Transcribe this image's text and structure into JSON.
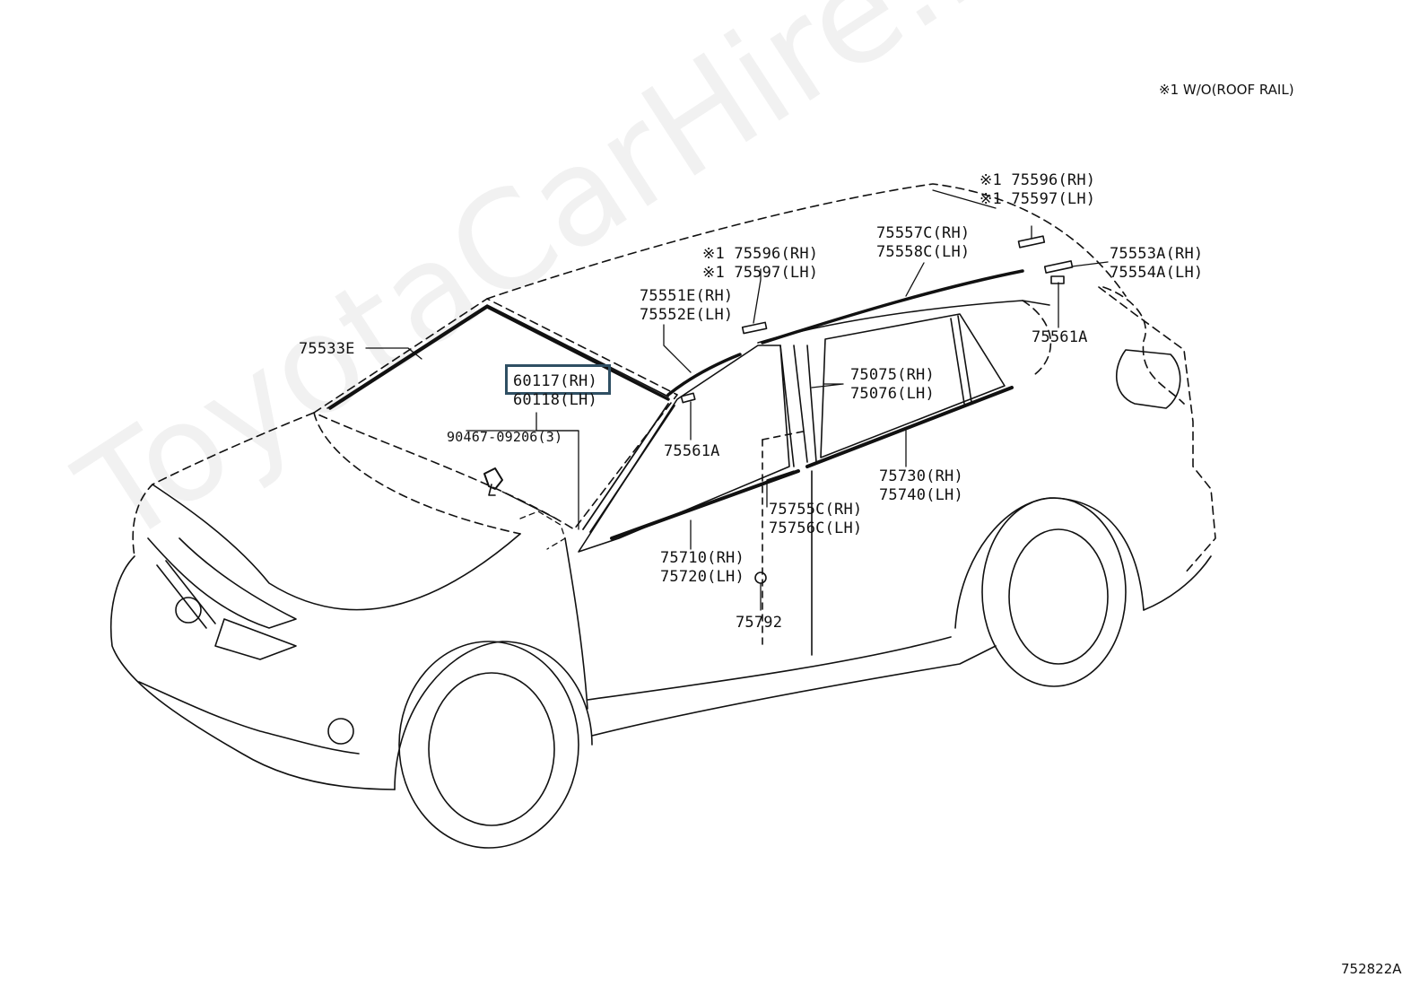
{
  "diagram": {
    "note": "※1 W/O(ROOF RAIL)",
    "figure_code": "752822A",
    "watermark": "ToyotaCarHire.ru",
    "highlight_color": "#2f4f63",
    "labels": {
      "p75596_front": [
        "※1 75596(RH)",
        "※1 75597(LH)"
      ],
      "p75596_rear": [
        "※1 75596(RH)",
        "※1 75597(LH)"
      ],
      "p75557c": [
        "75557C(RH)",
        "75558C(LH)"
      ],
      "p75553a": [
        "75553A(RH)",
        "75554A(LH)"
      ],
      "p75551e": [
        "75551E(RH)",
        "75552E(LH)"
      ],
      "p75533e": [
        "75533E"
      ],
      "p60117": [
        "60117(RH)",
        "60118(LH)"
      ],
      "p90467": [
        "90467-09206(3)"
      ],
      "p75561a_front": [
        "75561A"
      ],
      "p75561a_rear": [
        "75561A"
      ],
      "p75075": [
        "75075(RH)",
        "75076(LH)"
      ],
      "p75730": [
        "75730(RH)",
        "75740(LH)"
      ],
      "p75755c": [
        "75755C(RH)",
        "75756C(LH)"
      ],
      "p75710": [
        "75710(RH)",
        "75720(LH)"
      ],
      "p75792": [
        "75792"
      ]
    }
  }
}
